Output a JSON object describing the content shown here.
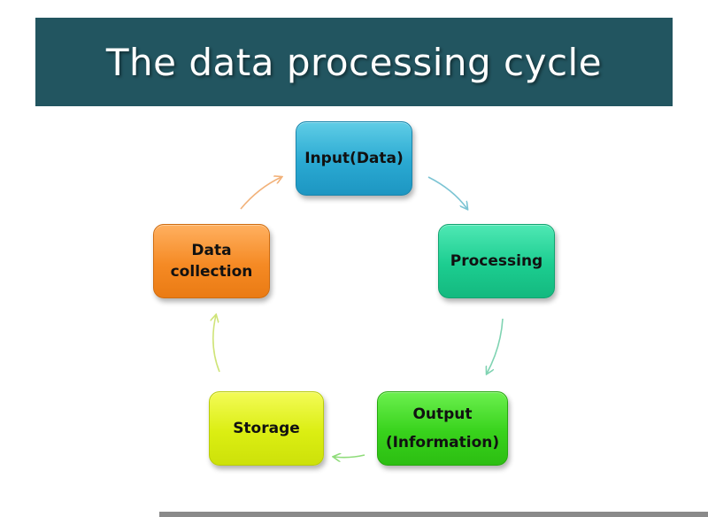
{
  "title": "The data processing cycle",
  "colors": {
    "title_bar": "#225560",
    "input": "#2aa9d2",
    "processing": "#1ccd90",
    "output": "#38d21c",
    "storage": "#dbee12",
    "collection": "#f58a24"
  },
  "nodes": {
    "input": {
      "label": "Input(Data)"
    },
    "processing": {
      "label": "Processing"
    },
    "output": {
      "line1": "Output",
      "line2": "(Information)"
    },
    "storage": {
      "label": "Storage"
    },
    "collection": {
      "line1": "Data",
      "line2": "collection"
    }
  },
  "cycle_order": [
    "input",
    "processing",
    "output",
    "storage",
    "collection"
  ]
}
